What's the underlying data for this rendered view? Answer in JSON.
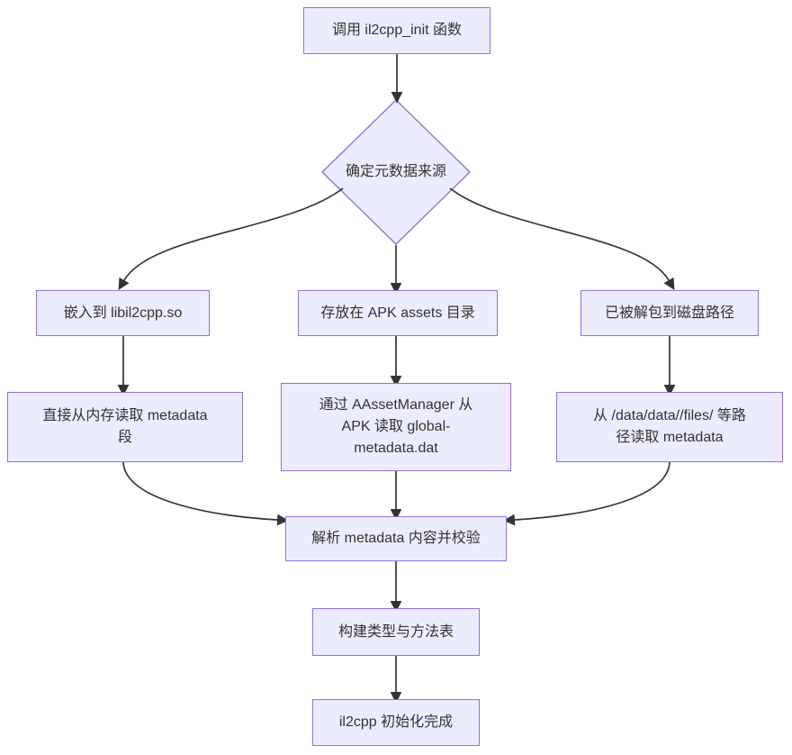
{
  "colors": {
    "background": "#ffffff",
    "node_fill": "#ECECFF",
    "node_border": "#9370DB",
    "edge_line": "#333333",
    "text": "#333333"
  },
  "flowchart": {
    "nodes": {
      "start": {
        "shape": "rect",
        "label": "调用 il2cpp_init 函数"
      },
      "decision": {
        "shape": "diamond",
        "label": "确定元数据来源"
      },
      "embedded": {
        "shape": "rect",
        "label": "嵌入到 libil2cpp.so"
      },
      "apk_assets": {
        "shape": "rect",
        "label": "存放在 APK assets 目录"
      },
      "unpacked": {
        "shape": "rect",
        "label": "已被解包到磁盘路径"
      },
      "read_memory": {
        "shape": "rect",
        "label": "直接从内存读取 metadata\n段"
      },
      "read_apk": {
        "shape": "rect",
        "label": "通过 AAssetManager 从\nAPK 读取 global-\nmetadata.dat"
      },
      "read_disk": {
        "shape": "rect",
        "label": "从 /data/data//files/ 等路\n径读取 metadata"
      },
      "parse": {
        "shape": "rect",
        "label": "解析 metadata 内容并校验"
      },
      "build_tables": {
        "shape": "rect",
        "label": "构建类型与方法表"
      },
      "done": {
        "shape": "rect",
        "label": "il2cpp 初始化完成"
      }
    },
    "edges": [
      {
        "from": "start",
        "to": "decision"
      },
      {
        "from": "decision",
        "to": "embedded"
      },
      {
        "from": "decision",
        "to": "apk_assets"
      },
      {
        "from": "decision",
        "to": "unpacked"
      },
      {
        "from": "embedded",
        "to": "read_memory"
      },
      {
        "from": "apk_assets",
        "to": "read_apk"
      },
      {
        "from": "unpacked",
        "to": "read_disk"
      },
      {
        "from": "read_memory",
        "to": "parse"
      },
      {
        "from": "read_apk",
        "to": "parse"
      },
      {
        "from": "read_disk",
        "to": "parse"
      },
      {
        "from": "parse",
        "to": "build_tables"
      },
      {
        "from": "build_tables",
        "to": "done"
      }
    ]
  }
}
